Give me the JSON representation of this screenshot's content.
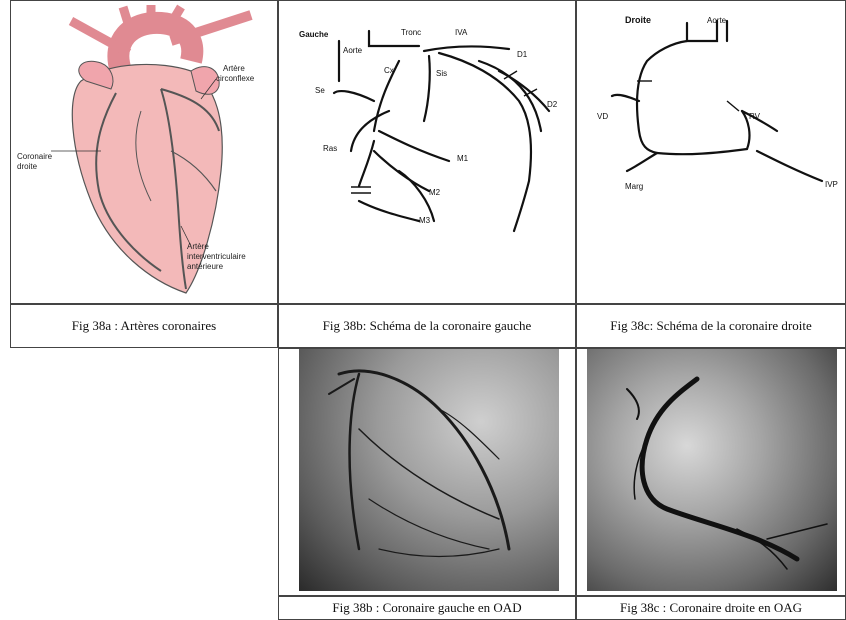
{
  "figures": {
    "fig38a": {
      "caption": "Fig 38a : Artères coronaires",
      "labels": {
        "circonflexe_1": "Artère",
        "circonflexe_2": "circonflexe",
        "droite_1": "Coronaire",
        "droite_2": "droite",
        "iva_1": "Artère",
        "iva_2": "interventriculaire",
        "iva_3": "antérieure"
      }
    },
    "fig38b_schema": {
      "caption": "Fig 38b: Schéma de la coronaire gauche",
      "labels": {
        "gauche": "Gauche",
        "aorte": "Aorte",
        "tronc": "Tronc",
        "iva": "IVA",
        "d1": "D1",
        "d2": "D2",
        "cx": "Cx",
        "sis": "Sis",
        "se": "Se",
        "ras": "Ras",
        "m1": "M1",
        "m2": "M2",
        "m3": "M3"
      }
    },
    "fig38c_schema": {
      "caption": "Fig 38c: Schéma de la coronaire droite",
      "labels": {
        "droite": "Droite",
        "aorte": "Aorte",
        "vd": "VD",
        "rv": "RV",
        "marg": "Marg",
        "ivp": "IVP"
      }
    },
    "fig38b_angio": {
      "caption": "Fig 38b : Coronaire gauche en OAD"
    },
    "fig38c_angio": {
      "caption": "Fig 38c : Coronaire droite en OAG"
    }
  },
  "colors": {
    "heart_fill": "#f3b9b9",
    "heart_dark": "#e08a92",
    "artery": "#c8506a",
    "border": "#444444"
  }
}
